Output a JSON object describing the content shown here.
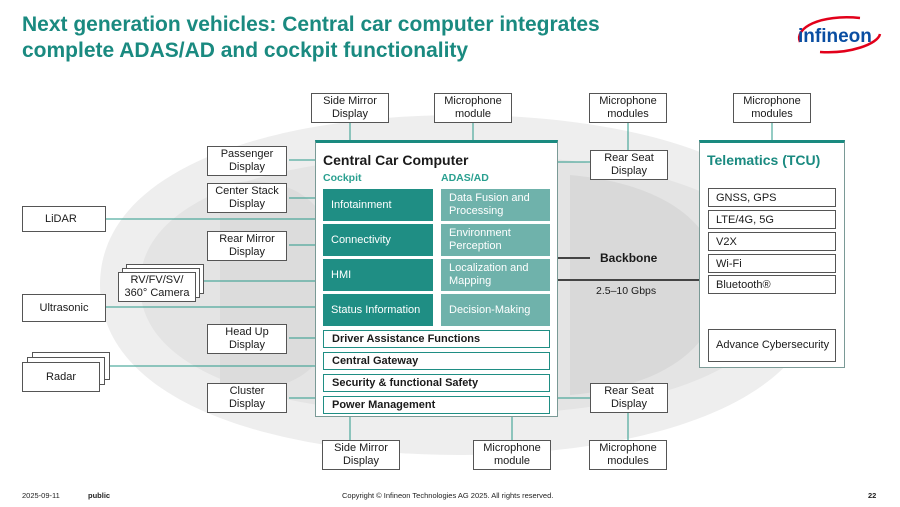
{
  "title_line1": "Next generation vehicles: Central car computer integrates",
  "title_line2": "complete ADAS/AD and cockpit functionality",
  "logo_text": "infineon",
  "colors": {
    "brand_teal": "#1a8a80",
    "cell_dark": "#1f8e84",
    "cell_light": "#6fb2ab",
    "logo_red": "#e2001a",
    "logo_blue": "#0a4ea2"
  },
  "peripherals": {
    "side_mirror_top": "Side Mirror Display",
    "mic_module_top": "Microphone module",
    "mic_modules_top_mid": "Microphone modules",
    "mic_modules_top_right": "Microphone modules",
    "passenger_display": "Passenger Display",
    "center_stack": "Center Stack Display",
    "lidar": "LiDAR",
    "rear_mirror": "Rear Mirror Display",
    "camera": "RV/FV/SV/ 360° Camera",
    "ultrasonic": "Ultrasonic",
    "head_up": "Head Up Display",
    "radar": "Radar",
    "cluster": "Cluster Display",
    "rear_seat_top": "Rear Seat Display",
    "rear_seat_bottom": "Rear Seat Display",
    "side_mirror_bottom": "Side Mirror Display",
    "mic_module_bottom": "Microphone module",
    "mic_modules_bottom": "Microphone modules"
  },
  "ccc": {
    "title": "Central Car Computer",
    "cockpit_label": "Cockpit",
    "adas_label": "ADAS/AD",
    "cockpit": [
      "Infotainment",
      "Connectivity",
      "HMI",
      "Status Information"
    ],
    "adas": [
      "Data Fusion and Processing",
      "Environment Perception",
      "Localization and Mapping",
      "Decision-Making"
    ],
    "functions": [
      "Driver Assistance Functions",
      "Central Gateway",
      "Security & functional Safety",
      "Power Management"
    ]
  },
  "backbone": {
    "label": "Backbone",
    "speed": "2.5–10 Gbps"
  },
  "tcu": {
    "title": "Telematics (TCU)",
    "items": [
      "GNSS, GPS",
      "LTE/4G, 5G",
      "V2X",
      "Wi-Fi",
      "Bluetooth®"
    ],
    "security": "Advance Cybersecurity"
  },
  "footer": {
    "date": "2025-09-11",
    "classification": "public",
    "copyright": "Copyright © Infineon Technologies AG 2025. All rights reserved.",
    "page": "22"
  }
}
